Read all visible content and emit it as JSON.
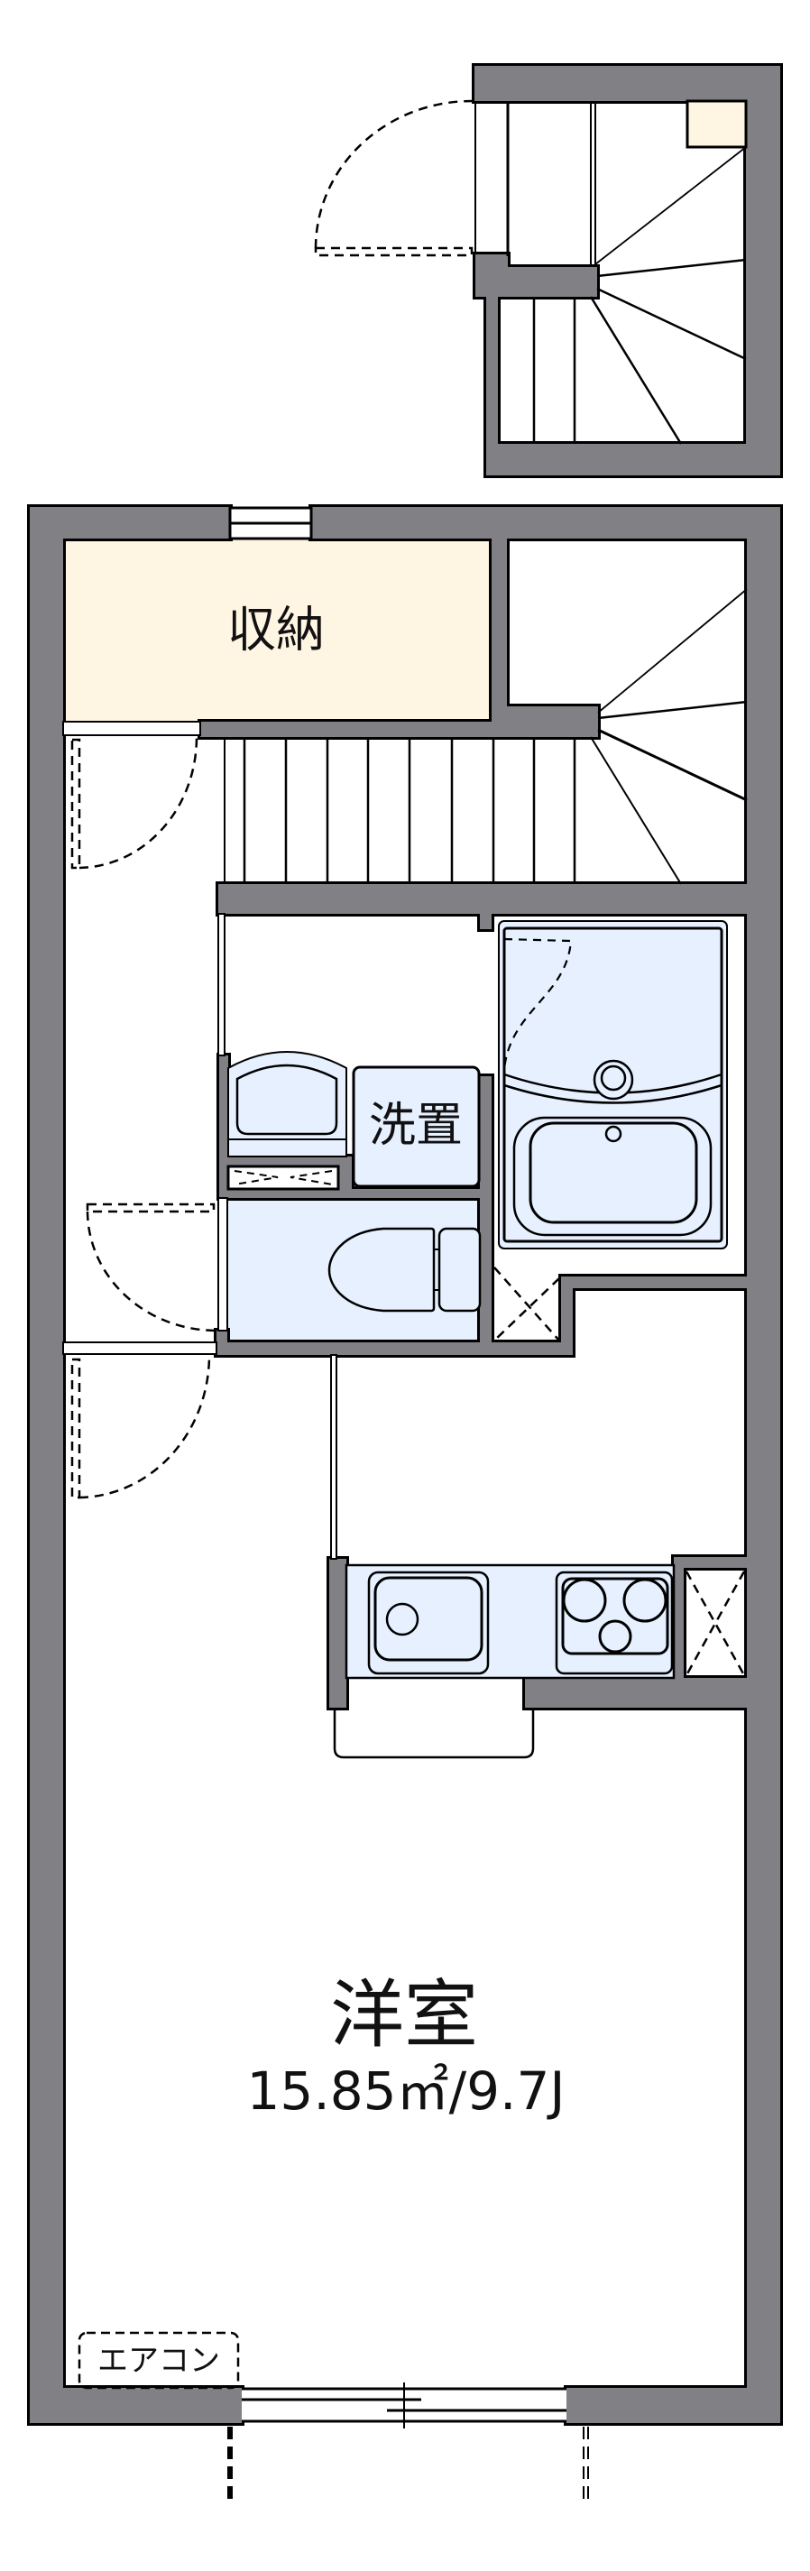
{
  "floorplan": {
    "rooms": {
      "storage": {
        "label": "収納"
      },
      "laundry_space": {
        "label": "洗置"
      },
      "western_room": {
        "label": "洋室",
        "area": "15.85㎡/9.7J"
      },
      "air_conditioner": {
        "label": "エアコン"
      }
    },
    "colors": {
      "wall": "#808085",
      "outline": "#000000",
      "storage_fill": "#fff5e3",
      "wet_area_fill": "#e6f0ff",
      "background": "#ffffff"
    }
  }
}
